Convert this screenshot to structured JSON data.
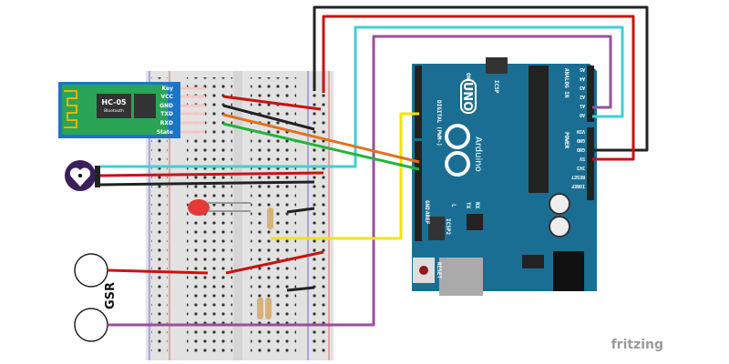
{
  "bluetooth_module": {
    "name": "HC-05",
    "subtitle": "Bluetooth",
    "pins": [
      "Key",
      "VCC",
      "GND",
      "TXD",
      "RXD",
      "State"
    ]
  },
  "gsr_sensor": {
    "label": "GSR"
  },
  "arduino": {
    "logo_text": "UNO",
    "brand": "Arduino",
    "labels": {
      "digital": "DIGITAL (PWM~)",
      "analog": "ANALOG IN",
      "power": "POWER",
      "icsp": "ICSP",
      "icsp2": "ICSP2",
      "reset": "RESET",
      "on": "ON",
      "tx": "TX",
      "rx": "RX",
      "l": "L",
      "aref": "AREF",
      "gnd": "GND"
    },
    "power_pins": [
      "IOREF",
      "RESET",
      "3V3",
      "5V",
      "GND",
      "GND",
      "VIN"
    ],
    "analog_pins": [
      "A0",
      "A1",
      "A2",
      "A3",
      "A4",
      "A5"
    ]
  },
  "watermark": "fritzing",
  "colors": {
    "board": "#1b6e93",
    "wire_red": "#cc1111",
    "wire_black": "#222222",
    "wire_cyan": "#3fd0d6",
    "wire_purple": "#9a4f9c",
    "wire_yellow": "#f2e600",
    "wire_orange": "#e3701f",
    "wire_green": "#23b33a"
  }
}
